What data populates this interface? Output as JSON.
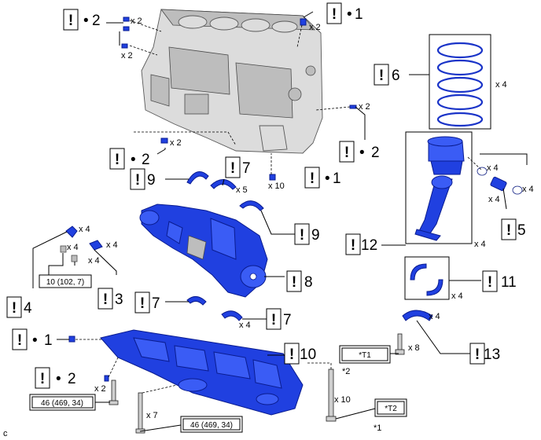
{
  "callouts": [
    {
      "id": "c2a",
      "num": "2"
    },
    {
      "id": "c1a",
      "num": "1"
    },
    {
      "id": "c6",
      "num": "6"
    },
    {
      "id": "c2b",
      "num": "2"
    },
    {
      "id": "c2c",
      "num": "2"
    },
    {
      "id": "c7a",
      "num": "7"
    },
    {
      "id": "c9a",
      "num": "9"
    },
    {
      "id": "c1b",
      "num": "1"
    },
    {
      "id": "c9b",
      "num": "9"
    },
    {
      "id": "c5",
      "num": "5"
    },
    {
      "id": "c12",
      "num": "12"
    },
    {
      "id": "c8",
      "num": "8"
    },
    {
      "id": "c4",
      "num": "4"
    },
    {
      "id": "c3",
      "num": "3"
    },
    {
      "id": "c11",
      "num": "11"
    },
    {
      "id": "c7b",
      "num": "7"
    },
    {
      "id": "c7c",
      "num": "7"
    },
    {
      "id": "c1c",
      "num": "1"
    },
    {
      "id": "c10",
      "num": "10"
    },
    {
      "id": "c13",
      "num": "13"
    },
    {
      "id": "c2d",
      "num": "2"
    }
  ],
  "symbols": {
    "exclaim": "!",
    "bullet": "•"
  },
  "quantities": [
    "x 2",
    "x 2",
    "x 2",
    "x 2",
    "x 4",
    "x 2",
    "x 5",
    "x 10",
    "x 4",
    "x 4",
    "x 4",
    "x 4",
    "x 4",
    "x 4",
    "x 4",
    "x 4",
    "x 4",
    "x 4",
    "x 8",
    "x 2",
    "x 7",
    "x 10"
  ],
  "torques": [
    "10 (102, 7)",
    "46 (469, 34)",
    "46 (469, 34)"
  ],
  "tags": [
    "*T1",
    "*T2"
  ],
  "markers": [
    "*2",
    "*1"
  ],
  "footer": "c"
}
